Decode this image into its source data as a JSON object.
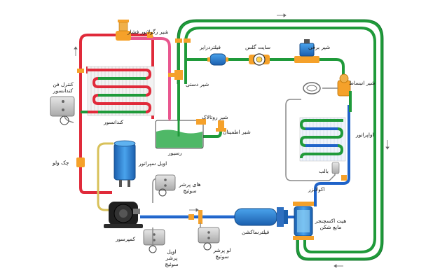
{
  "labels": {
    "pressure_regulator_valve": "شیر رگولاتور فشار",
    "filter_drier": "فیلتردرایر",
    "sight_glass": "سایت گلس",
    "solenoid_valve": "شیر برقی",
    "expansion_valve": "شیر انبساط",
    "condenser_fan_control": "کنترل فن کندانسور",
    "condenser": "کندانسور",
    "hand_valve": "شیر دستی",
    "rotalock_valve": "شیر روتالاک",
    "safety_valve": "شیر اطمینان",
    "receiver": "رسیور",
    "evaporator": "اواپراتور",
    "check_valve": "چک ولو",
    "oil_separator": "اویل سپراتور",
    "bulb": "بالب",
    "coil": "اکولایزر",
    "high_pressure_switch": "های پرشر سوئیچ",
    "compressor": "کمپرسور",
    "suction_filter": "فیلترساکشن",
    "heat_exchanger": "هیت اکسچنجر مایع شکن",
    "oil_pressure_switch": "اویل پرشر سوئیچ",
    "low_pressure_switch": "لو پرشر سوئیچ"
  },
  "colors": {
    "discharge_line": "#e02a3a",
    "liquid_line": "#1f9a3a",
    "suction_line": "#1f63c9",
    "oil_line": "#d8c15a",
    "hot_gas": "#e9578f",
    "valve": "#f5a12a",
    "component_blue": "#2e86d6"
  }
}
